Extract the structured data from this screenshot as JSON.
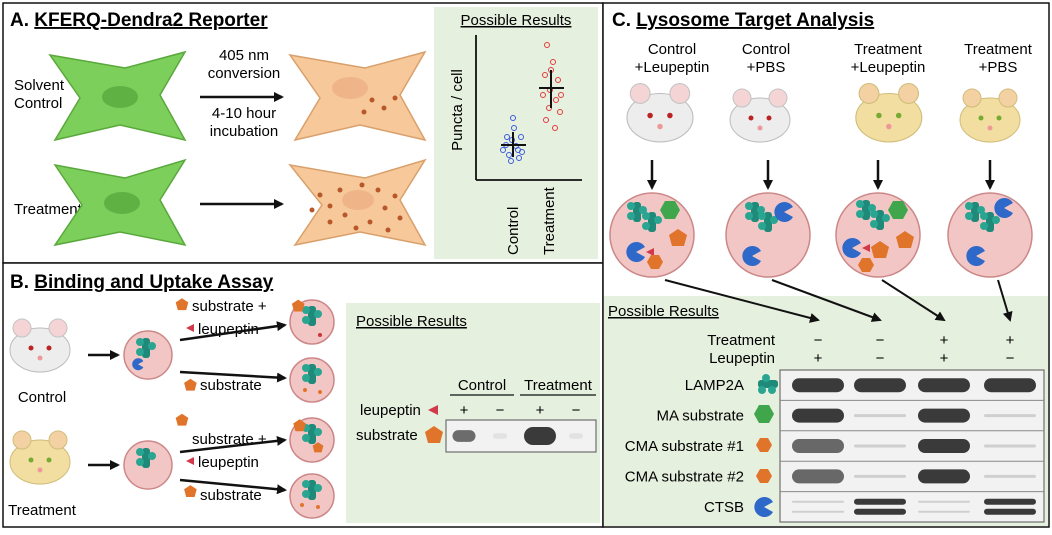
{
  "panelA": {
    "title_prefix": "A. ",
    "title": "KFERQ-Dendra2 Reporter",
    "row_solvent": [
      "Solvent",
      "Control"
    ],
    "row_treatment": "Treatment",
    "step1": [
      "405 nm",
      "conversion"
    ],
    "step2": [
      "4-10 hour",
      "incubation"
    ],
    "results_title": "Possible Results",
    "y_axis_label": "Puncta / cell",
    "x_labels": [
      "Control",
      "Treatment"
    ]
  },
  "panelB": {
    "title_prefix": "B. ",
    "title": "Binding and Uptake Assay",
    "mouse_labels": [
      "Control",
      "Treatment"
    ],
    "cond_with_leu": [
      "substrate +",
      "leupeptin"
    ],
    "cond_without": "substrate",
    "results_title": "Possible Results",
    "group_headers": [
      "Control",
      "Treatment"
    ],
    "row_leupeptin": "leupeptin",
    "row_substrate": "substrate",
    "signs": [
      "+",
      "−",
      "+",
      "−"
    ],
    "blot_levels": [
      0.55,
      0.1,
      1.0,
      0.1
    ]
  },
  "panelC": {
    "title_prefix": "C. ",
    "title": "Lysosome Target Analysis",
    "groups": [
      {
        "line1": "Control",
        "line2": "+Leupeptin"
      },
      {
        "line1": "Control",
        "line2": "+PBS"
      },
      {
        "line1": "Treatment",
        "line2": "+Leupeptin"
      },
      {
        "line1": "Treatment",
        "line2": "+PBS"
      }
    ],
    "results_title": "Possible Results",
    "treatment_label": "Treatment",
    "leupeptin_label": "Leupeptin",
    "treatment_signs": [
      "−",
      "−",
      "+",
      "+"
    ],
    "leupeptin_signs": [
      "+",
      "−",
      "+",
      "−"
    ],
    "blot_rows": [
      {
        "label": "LAMP2A",
        "levels": [
          1,
          1,
          1,
          1
        ]
      },
      {
        "label": "MA substrate",
        "levels": [
          1,
          0.1,
          1,
          0.1
        ]
      },
      {
        "label": "CMA substrate #1",
        "levels": [
          0.55,
          0.1,
          1,
          0.1
        ]
      },
      {
        "label": "CMA substrate #2",
        "levels": [
          0.55,
          0.1,
          1,
          0.1
        ]
      },
      {
        "label": "CTSB",
        "levels": [
          0.2,
          1,
          0.2,
          1
        ]
      }
    ]
  },
  "colors": {
    "cell_green": "#7ccf5a",
    "cell_orange": "#f6c89a",
    "results_bg": "#e6f0df",
    "lysosome_fill": "#f3c6c6",
    "blot_band": "#3a3a3a",
    "chaperone": "#1f8a7a",
    "substrate_orange": "#e0742a",
    "cathepsin_blue": "#2e68c8"
  }
}
